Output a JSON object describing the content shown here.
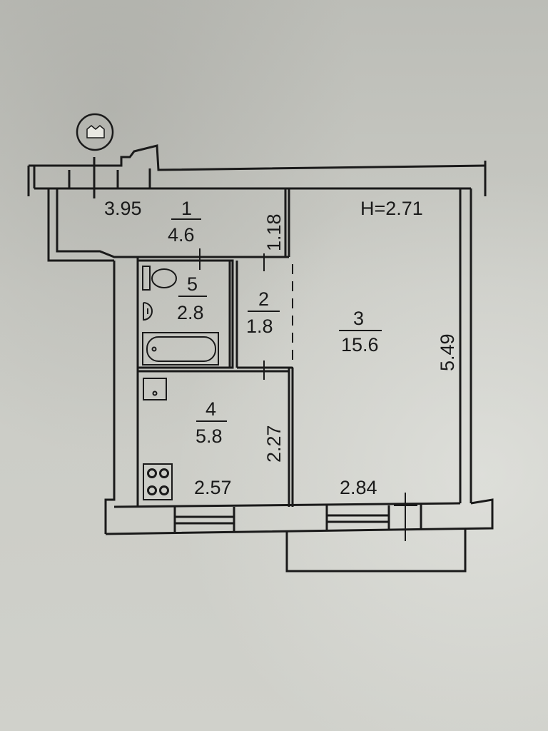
{
  "height_label": "H=2.71",
  "rooms": [
    {
      "number": "1",
      "area": "4.6"
    },
    {
      "number": "2",
      "area": "1.8"
    },
    {
      "number": "3",
      "area": "15.6"
    },
    {
      "number": "4",
      "area": "5.8"
    },
    {
      "number": "5",
      "area": "2.8"
    }
  ],
  "dimensions": {
    "hall_width": "3.95",
    "hall_depth": "1.18",
    "room_length": "5.49",
    "kitchen_depth": "2.27",
    "kitchen_width": "2.57",
    "room_width": "2.84"
  },
  "fixtures": [
    "toilet-icon",
    "sink-icon",
    "bathtub-icon",
    "kitchen-sink-icon",
    "stove-icon"
  ],
  "colors": {
    "paper": "#c7c8c2",
    "wall": "#1a1a1a"
  }
}
